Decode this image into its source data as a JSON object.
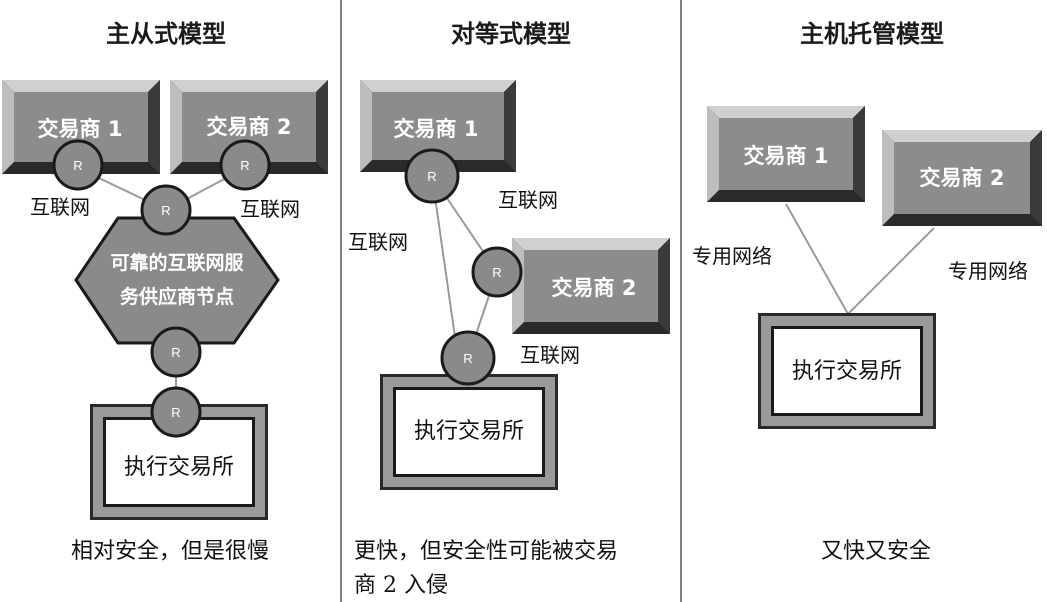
{
  "panels": [
    {
      "title": "主从式模型",
      "caption": [
        "相对安全，但是很慢"
      ],
      "dealer1": "交易商 1",
      "dealer2": "交易商 2",
      "net_left": "互联网",
      "net_right": "互联网",
      "hub": [
        "可靠的互联网服",
        "务供应商节点"
      ],
      "exchange": "执行交易所",
      "router": "R"
    },
    {
      "title": "对等式模型",
      "caption": [
        "更快，但安全性可能被交易",
        "商 2 入侵"
      ],
      "dealer1": "交易商 1",
      "dealer2": "交易商 2",
      "net_top": "互联网",
      "net_left": "互联网",
      "net_bottom": "互联网",
      "exchange": "执行交易所",
      "router": "R"
    },
    {
      "title": "主机托管模型",
      "caption": [
        "又快又安全"
      ],
      "dealer1": "交易商 1",
      "dealer2": "交易商 2",
      "net_left": "专用网络",
      "net_right": "专用网络",
      "exchange": "执行交易所"
    }
  ],
  "colors": {
    "box_fill": "#8c8c8c",
    "bevel_light": "#cfcfcf",
    "bevel_dark": "#2a2a2a",
    "node_fill": "#8a8a8a",
    "line": "#9a9a9a"
  }
}
